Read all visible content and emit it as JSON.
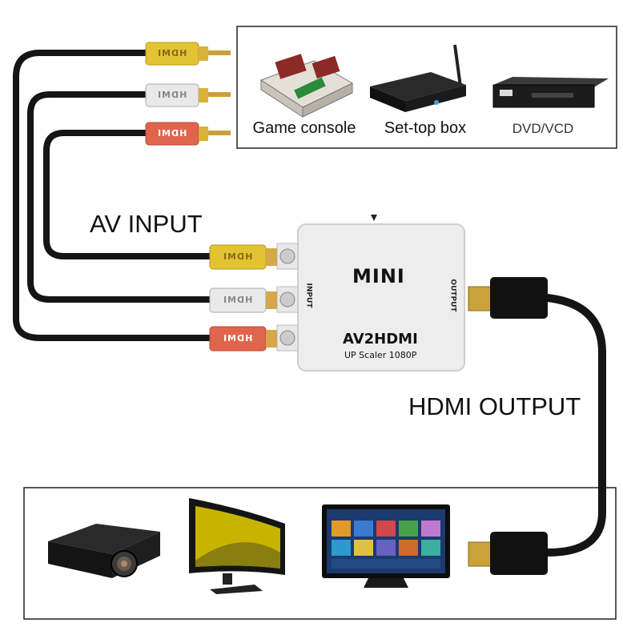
{
  "labels": {
    "av_input": "AV INPUT",
    "hdmi_output": "HDMI OUTPUT"
  },
  "sources": [
    {
      "label": "Game console"
    },
    {
      "label": "Set-top box"
    },
    {
      "label": "DVD/VCD"
    }
  ],
  "converter": {
    "brand": "MINI",
    "model": "AV2HDMI",
    "subtitle": "UP Scaler 1080P",
    "input_port": "INPUT",
    "output_port": "OUTPUT"
  },
  "plug_text": "HDMI",
  "colors": {
    "yellow_plug": "#e2c334",
    "white_plug": "#e9e9e9",
    "red_plug": "#e0654c",
    "cable": "#151515",
    "converter_body": "#ededed"
  }
}
